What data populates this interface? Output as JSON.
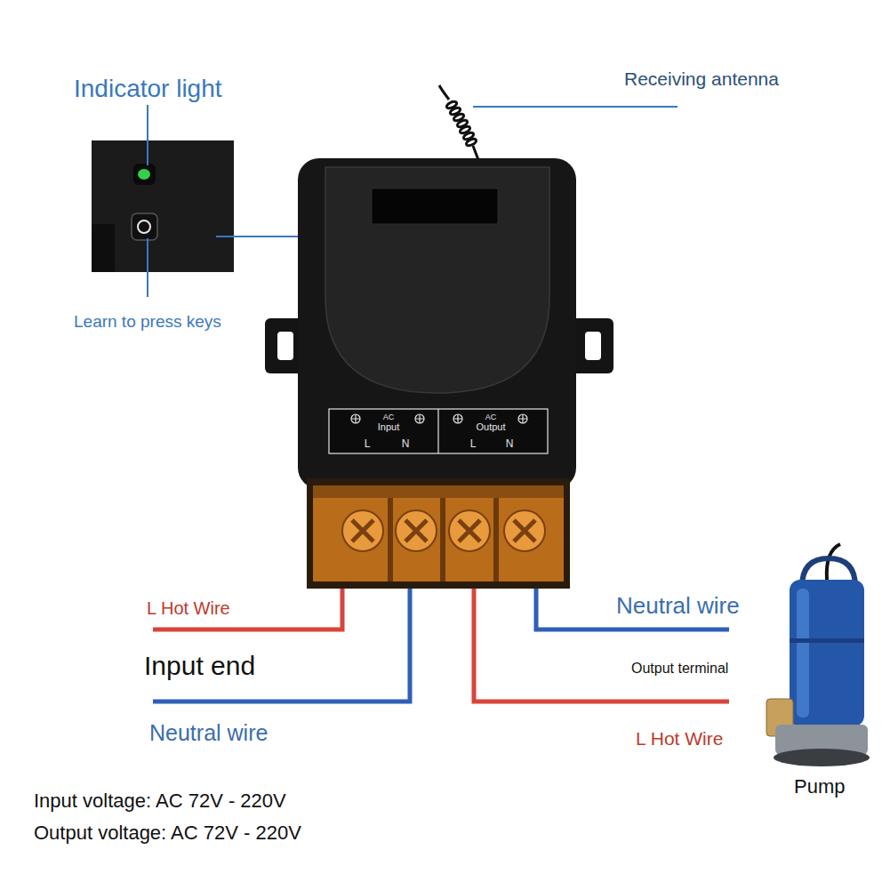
{
  "diagram": {
    "labels": [
      "Indicator light",
      "Receiving antenna",
      "Learn to press keys",
      "AC",
      "Input",
      "L",
      "N",
      "AC",
      "Output",
      "L",
      "N",
      "L Hot Wire",
      "Input end",
      "Neutral wire",
      "Neutral wire",
      "Output terminal",
      "L Hot Wire",
      "Pump",
      "Input voltage: AC 72V - 220V",
      "Output voltage: AC 72V - 220V"
    ]
  }
}
